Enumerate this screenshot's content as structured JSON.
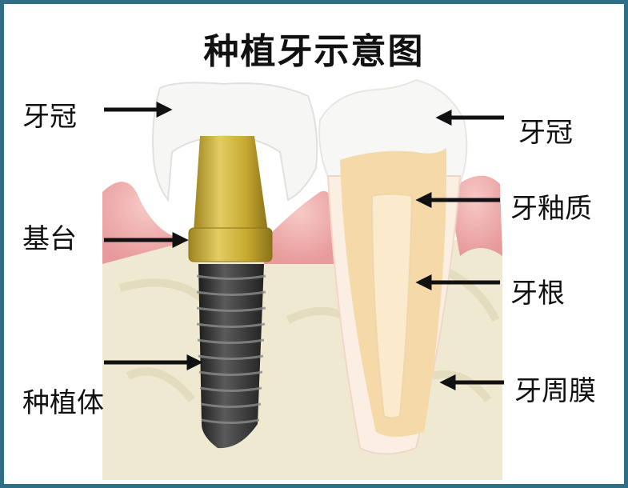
{
  "title": "种植牙示意图",
  "labels": {
    "left_crown": "牙冠",
    "abutment": "基台",
    "implant_body": "种植体",
    "right_crown": "牙冠",
    "dentin": "牙釉质",
    "root": "牙根",
    "periodontal_membrane": "牙周膜"
  },
  "colors": {
    "border": "#2f6f86",
    "gum": "#eeb1b0",
    "bone": "#efe8cf",
    "abutment": "#c9ad34",
    "implant": "#3a3a3a",
    "crown": "#f6f6f4",
    "dentin": "#f6dcb0"
  }
}
